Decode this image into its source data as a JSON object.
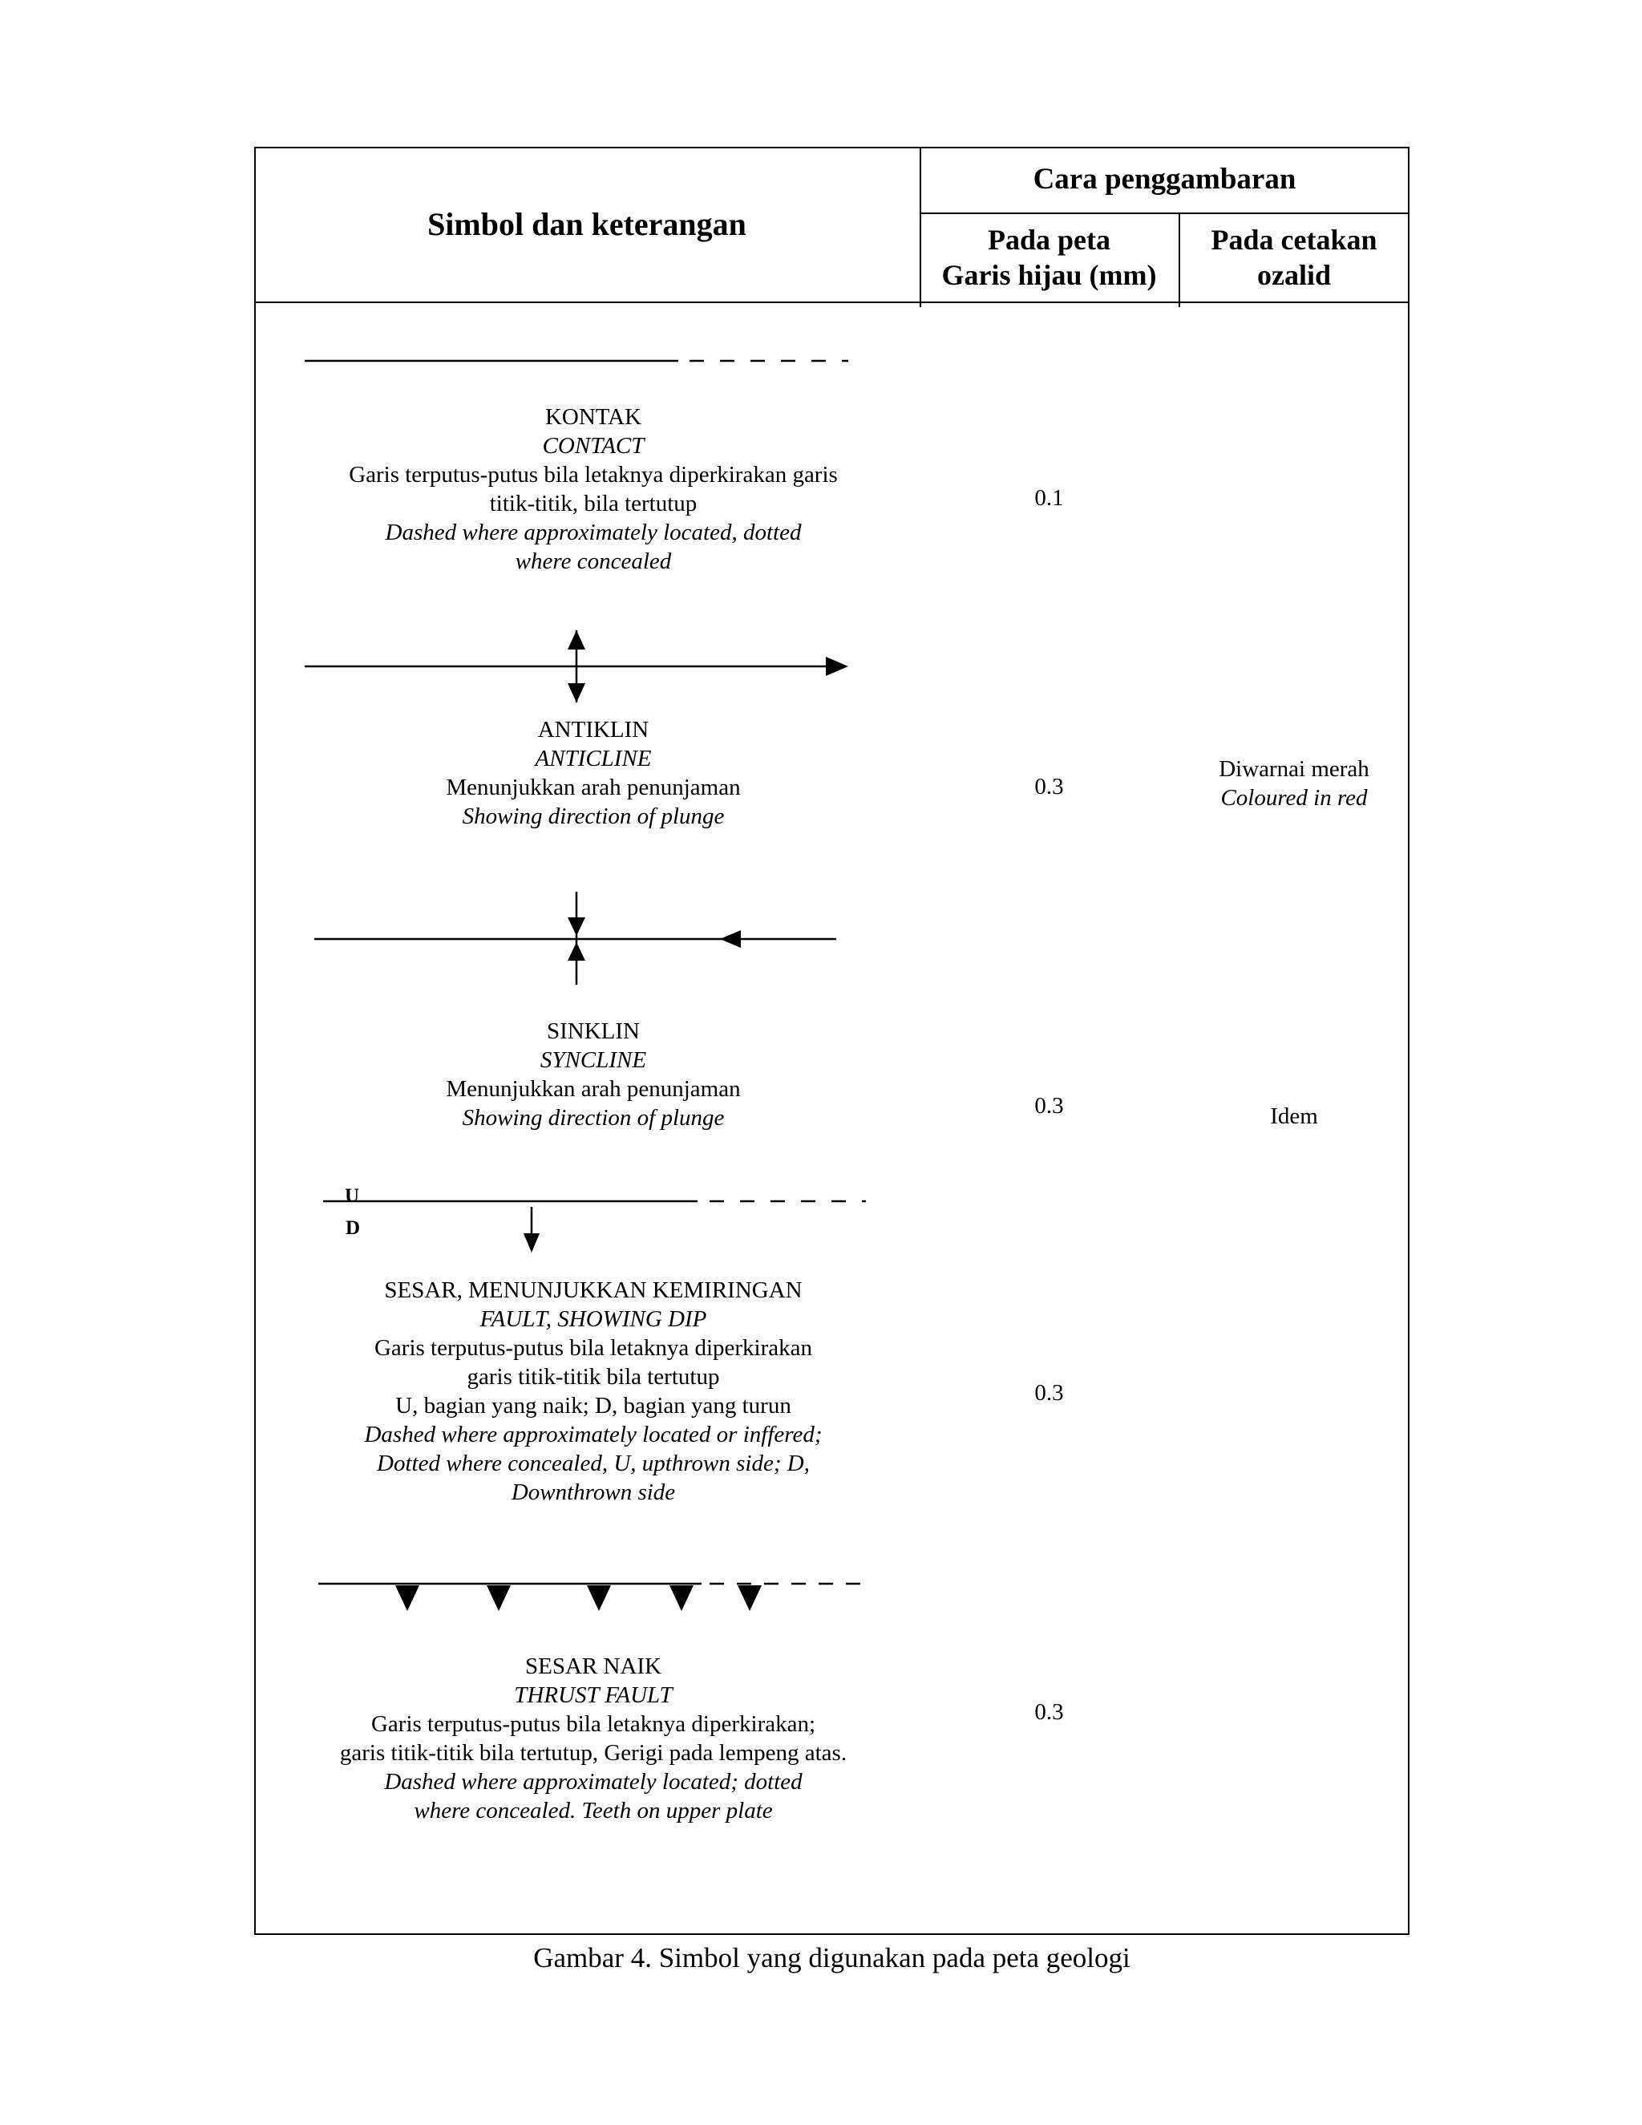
{
  "table": {
    "header_symbol": "Simbol dan keterangan",
    "header_method": "Cara penggambaran",
    "header_map_line1": "Pada peta",
    "header_map_line2": "Garis hijau (mm)",
    "header_print_line1": "Pada cetakan",
    "header_print_line2": "ozalid"
  },
  "rows": [
    {
      "lines": [
        "KONTAK",
        "CONTACT",
        "Garis terputus-putus bila letaknya diperkirakan garis",
        "titik-titik, bila tertutup",
        "Dashed where approximately located, dotted",
        "where concealed"
      ],
      "width": "0.1",
      "print": ""
    },
    {
      "lines": [
        "ANTIKLIN",
        "ANTICLINE",
        "Menunjukkan arah penunjaman",
        "Showing direction of plunge"
      ],
      "width": "0.3",
      "print_line1": "Diwarnai merah",
      "print_line2": "Coloured in red"
    },
    {
      "lines": [
        "SINKLIN",
        "SYNCLINE",
        "Menunjukkan arah penunjaman",
        "Showing direction of plunge"
      ],
      "width": "0.3",
      "print": "Idem"
    },
    {
      "lines": [
        "SESAR, MENUNJUKKAN KEMIRINGAN",
        "FAULT, SHOWING DIP",
        "Garis terputus-putus bila letaknya diperkirakan",
        "garis titik-titik bila tertutup",
        "U, bagian yang naik; D, bagian yang turun",
        "Dashed where approximately located or inffered;",
        "Dotted  where concealed, U, upthrown side; D,",
        "Downthrown side"
      ],
      "width": "0.3",
      "label_u": "U",
      "label_d": "D"
    },
    {
      "lines": [
        "SESAR NAIK",
        "THRUST FAULT",
        "Garis terputus-putus bila letaknya diperkirakan;",
        "garis titik-titik bila tertutup, Gerigi pada lempeng atas.",
        "Dashed where approximately located; dotted",
        "where concealed. Teeth on upper plate"
      ],
      "width": "0.3"
    }
  ],
  "caption": "Gambar  4. Simbol yang digunakan pada peta geologi"
}
